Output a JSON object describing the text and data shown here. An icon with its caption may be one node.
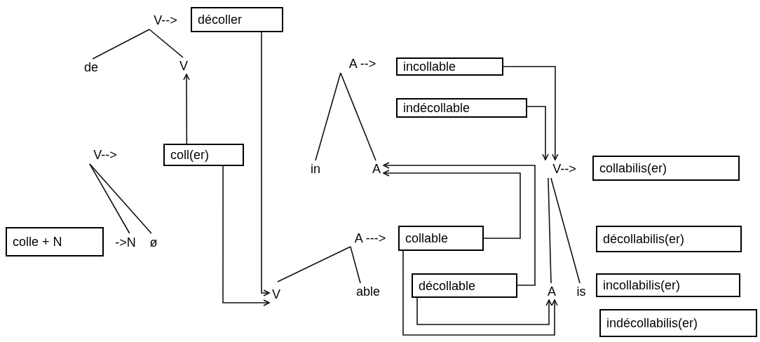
{
  "diagram": {
    "nodes": [
      {
        "text": [
          "V-->"
        ]
      },
      {
        "text": [
          "décoller"
        ]
      },
      {
        "text": [
          "de"
        ]
      },
      {
        "text": [
          "V"
        ]
      },
      {
        "text": [
          "coll(er)"
        ]
      },
      {
        "text": [
          "V-->"
        ]
      },
      {
        "text": [
          "colle + N"
        ]
      },
      {
        "text": [
          "->N"
        ]
      },
      {
        "text": [
          "ø"
        ]
      },
      {
        "text": [
          "A -->"
        ]
      },
      {
        "text": [
          "incollable"
        ]
      },
      {
        "text": [
          "indécollable"
        ]
      },
      {
        "text": [
          "in"
        ]
      },
      {
        "text": [
          "A"
        ]
      },
      {
        "text": [
          "V-->"
        ]
      },
      {
        "text": [
          "collabilis(er)"
        ]
      },
      {
        "text": [
          "A --->"
        ]
      },
      {
        "text": [
          "collable"
        ]
      },
      {
        "text": [
          "V"
        ]
      },
      {
        "text": [
          "able"
        ]
      },
      {
        "text": [
          "décollable"
        ]
      },
      {
        "text": [
          "A"
        ]
      },
      {
        "text": [
          "is"
        ]
      },
      {
        "text": [
          "décollabilis(er)"
        ]
      },
      {
        "text": [
          "incollabilis(er)"
        ]
      },
      {
        "text": [
          "indécollabilis(er)"
        ]
      }
    ],
    "edges": [
      {
        "from": 0,
        "to": 2,
        "arrow": "none"
      },
      {
        "from": 0,
        "to": 3,
        "arrow": "none"
      },
      {
        "from": 4,
        "to": 3,
        "arrow": "to"
      },
      {
        "from": 1,
        "to": 18,
        "arrow": "to"
      },
      {
        "from": 4,
        "to": 18,
        "arrow": "to"
      },
      {
        "from": 5,
        "to": 7,
        "arrow": "none"
      },
      {
        "from": 5,
        "to": 8,
        "arrow": "none"
      },
      {
        "from": 9,
        "to": 12,
        "arrow": "none"
      },
      {
        "from": 9,
        "to": 13,
        "arrow": "none"
      },
      {
        "from": 10,
        "to": 14,
        "arrow": "to"
      },
      {
        "from": 11,
        "to": 14,
        "arrow": "to"
      },
      {
        "from": 20,
        "to": 13,
        "arrow": "to"
      },
      {
        "from": 17,
        "to": 13,
        "arrow": "to"
      },
      {
        "from": 14,
        "to": 21,
        "arrow": "none"
      },
      {
        "from": 14,
        "to": 22,
        "arrow": "none"
      },
      {
        "from": 16,
        "to": 18,
        "arrow": "none"
      },
      {
        "from": 16,
        "to": 19,
        "arrow": "none"
      },
      {
        "from": 17,
        "to": 21,
        "arrow": "to"
      },
      {
        "from": 20,
        "to": 21,
        "arrow": "to"
      }
    ]
  }
}
